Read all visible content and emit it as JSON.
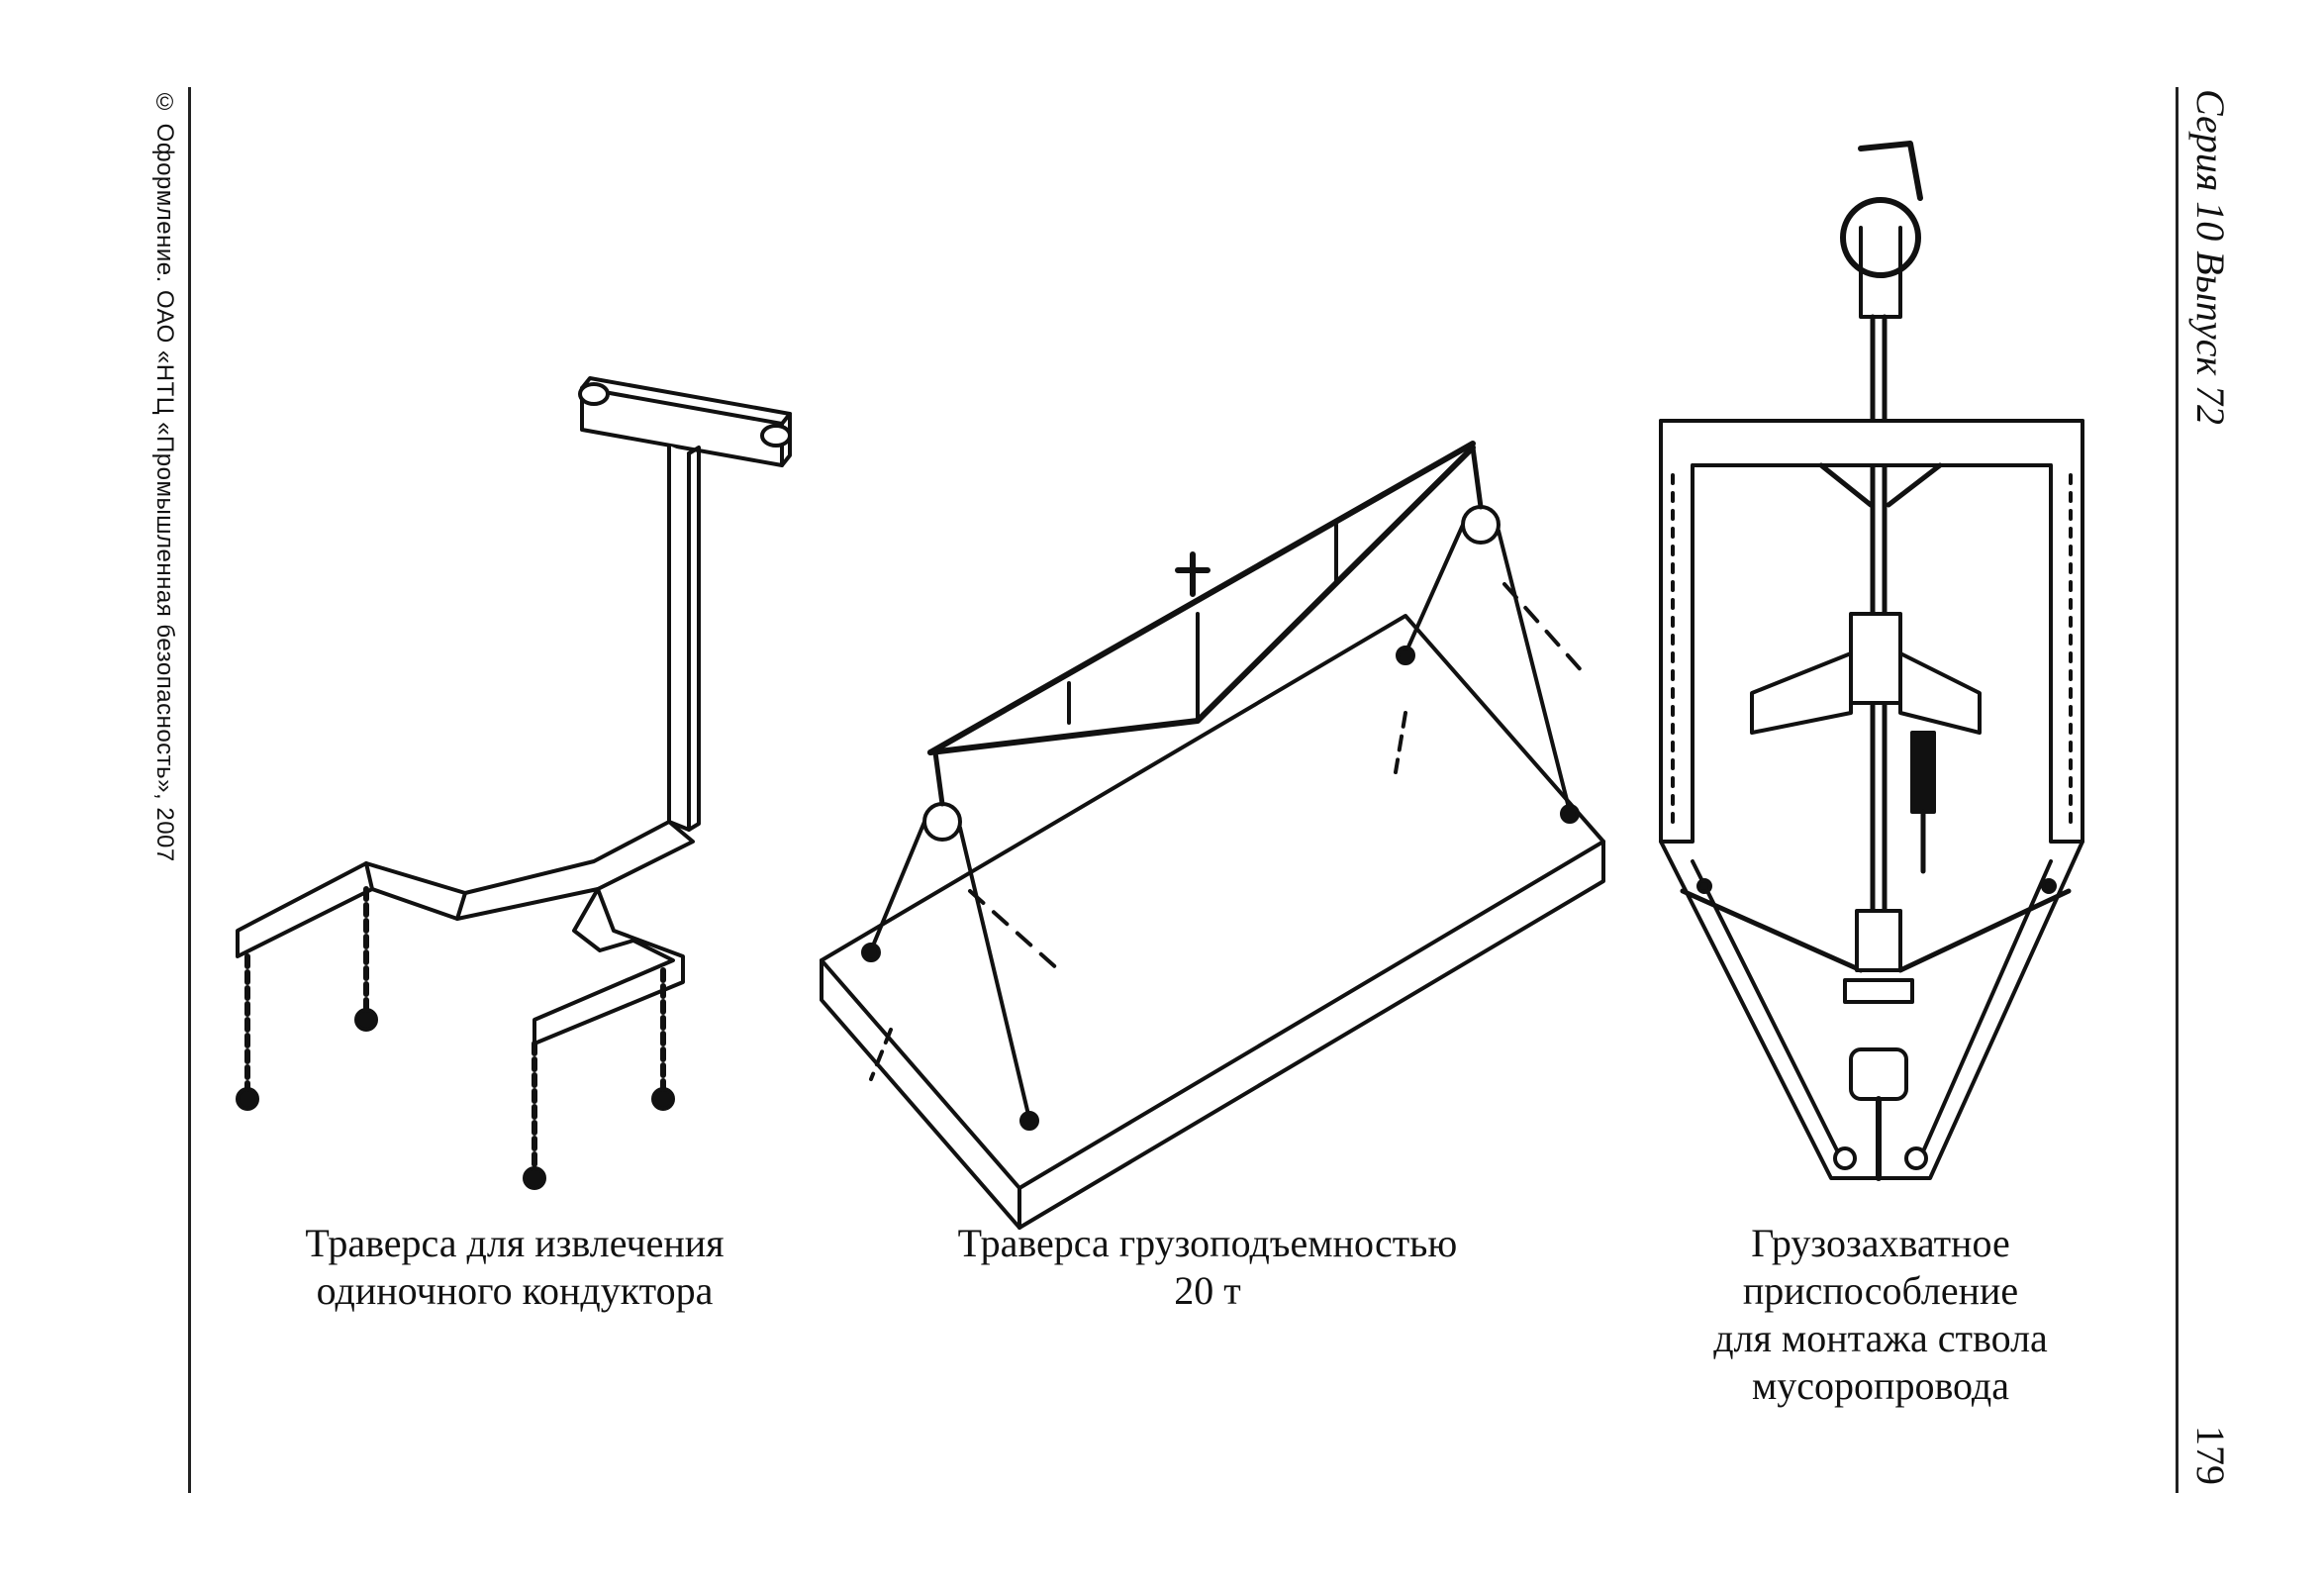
{
  "margin_left": {
    "copyright": "© Оформление. ОАО «НТЦ «Промышленная безопасность», 2007"
  },
  "margin_right": {
    "series": "Серия 10 Выпуск 72",
    "page_number": "179"
  },
  "figures": [
    {
      "caption_lines": [
        "Траверса для извлечения",
        "одиночного кондуктора"
      ]
    },
    {
      "caption_lines": [
        "Траверса грузоподъемностью",
        "20 т"
      ]
    },
    {
      "caption_lines": [
        "Грузозахватное",
        "приспособление",
        "для монтажа ствола",
        "мусоропровода"
      ]
    }
  ]
}
